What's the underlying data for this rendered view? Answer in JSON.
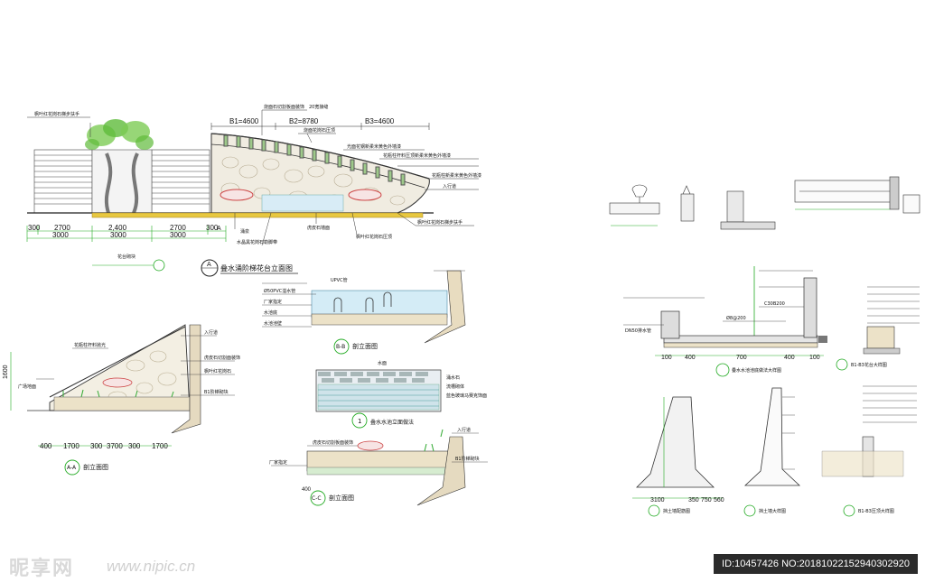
{
  "main_elevation": {
    "callouts": {
      "left_rail": "枫叶红花岗石梯步扶手",
      "rail_top": "烧面石切割板面装饰",
      "joint": "20宽接缝",
      "pillar_top": "烧面花岗石压顶",
      "wall_finish": "光面花钢新柔米黄色外墙漆",
      "railing_mid": "花瓶柱杆料压顶新柔米黄色外墙漆",
      "railing_low": "花瓶柱新柔米黄色外墙漆",
      "step_label": "入行道",
      "step_note": "枫叶红花岗石梯步扶手",
      "stone_wall": "虎皮石墙面",
      "base_band": "水晶黑花岗石勒脚带",
      "bottom": "枫叶红花岗石压顶",
      "water": "涌泉",
      "planter": "花台砌块"
    },
    "spans_top": [
      "B1=4600",
      "B2=8780",
      "B3=4600"
    ],
    "dims_row1": [
      "300",
      "2700",
      "2,400",
      "2700",
      "300"
    ],
    "dims_row2": [
      "3000",
      "3000",
      "3000"
    ],
    "axis_a": "A",
    "title_no": "A",
    "title": "叠水涌阶梯花台立面图"
  },
  "section_b": {
    "notes": [
      "UPVC管",
      "Ø50PVC溢水管",
      "水池底",
      "厂家指定",
      "水池池壁"
    ],
    "title_no": "B-B",
    "title": "剖立面图"
  },
  "section_a": {
    "notes": [
      "花瓶柱杆料抛光",
      "虎皮石切割面装饰",
      "枫叶红花岗石",
      "B1阶梯砌块",
      "入行道",
      "广场地面"
    ],
    "height": "1600",
    "dims": [
      "400",
      "1700",
      "300",
      "3700",
      "300",
      "1700"
    ],
    "title_no": "A-A",
    "title": "剖立面图"
  },
  "wall_detail": {
    "labels": [
      "水面",
      "涌水石",
      "流槽砌体",
      "蓝色玻璃马赛克饰面"
    ],
    "title_no": "1",
    "title": "叠水水池立面做法"
  },
  "section_c": {
    "notes": [
      "虎皮石切割板面装饰",
      "B1阶梯砌块",
      "厂家指定",
      "入行道"
    ],
    "dim": "400",
    "title_no": "C-C",
    "title": "剖立面图"
  },
  "detail_sheet": {
    "pool_section_title": "叠水水池池底做法大样图",
    "pool_dims": [
      "100",
      "400",
      "700",
      "400",
      "100"
    ],
    "pool_tags": [
      "DN50排水管",
      "C30B200",
      "Ø8@200"
    ],
    "right_title": "B1-B3花台大样图",
    "wall_title_1": "挡土墙配筋图",
    "wall_title_2": "挡土墙大样图",
    "wall_title_3": "B1-B3压顶大样图",
    "wall_dims": [
      "3100",
      "350",
      "750",
      "560"
    ]
  },
  "watermark": {
    "logo": "昵享网",
    "site": "www.nipic.cn",
    "id": "ID:10457426 NO:20181022152940302920"
  }
}
